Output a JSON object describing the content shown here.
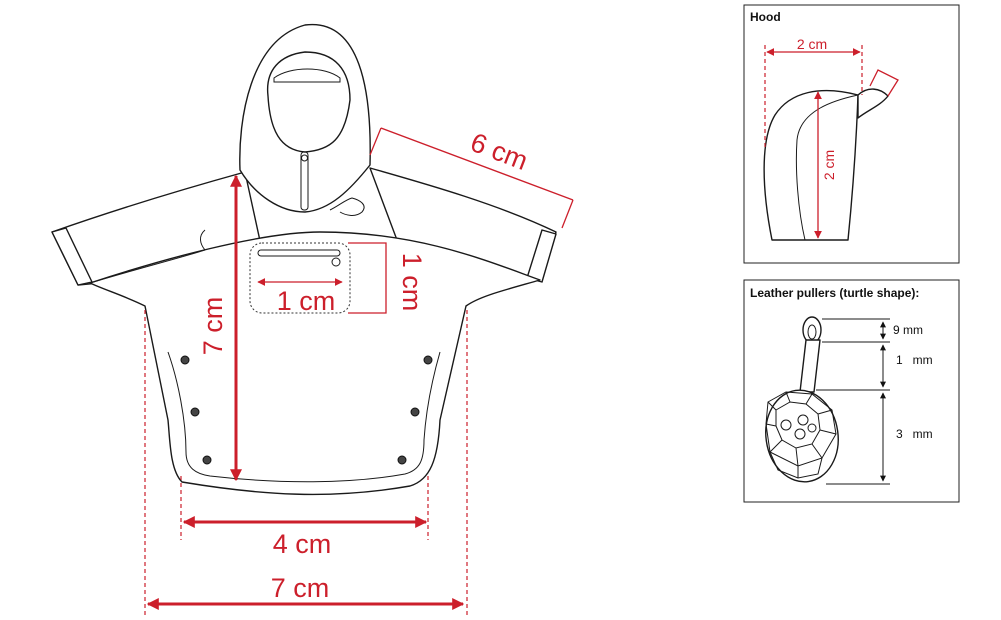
{
  "colors": {
    "dimension": "#cc1f2b",
    "outline": "#1a1a1a",
    "background": "#ffffff"
  },
  "main_drawing": {
    "dimensions": {
      "sleeve_length": "6 cm",
      "pocket_height": "1 cm",
      "pocket_width": "1 cm",
      "body_length": "7 cm",
      "bottom_width": "4 cm",
      "total_width": "7 cm"
    }
  },
  "hood_panel": {
    "title": "Hood",
    "width": "2 cm",
    "height": "2 cm"
  },
  "pullers_panel": {
    "title": "Leather pullers (turtle shape):",
    "measures": [
      "9 mm",
      "1   mm",
      "3   mm"
    ]
  }
}
